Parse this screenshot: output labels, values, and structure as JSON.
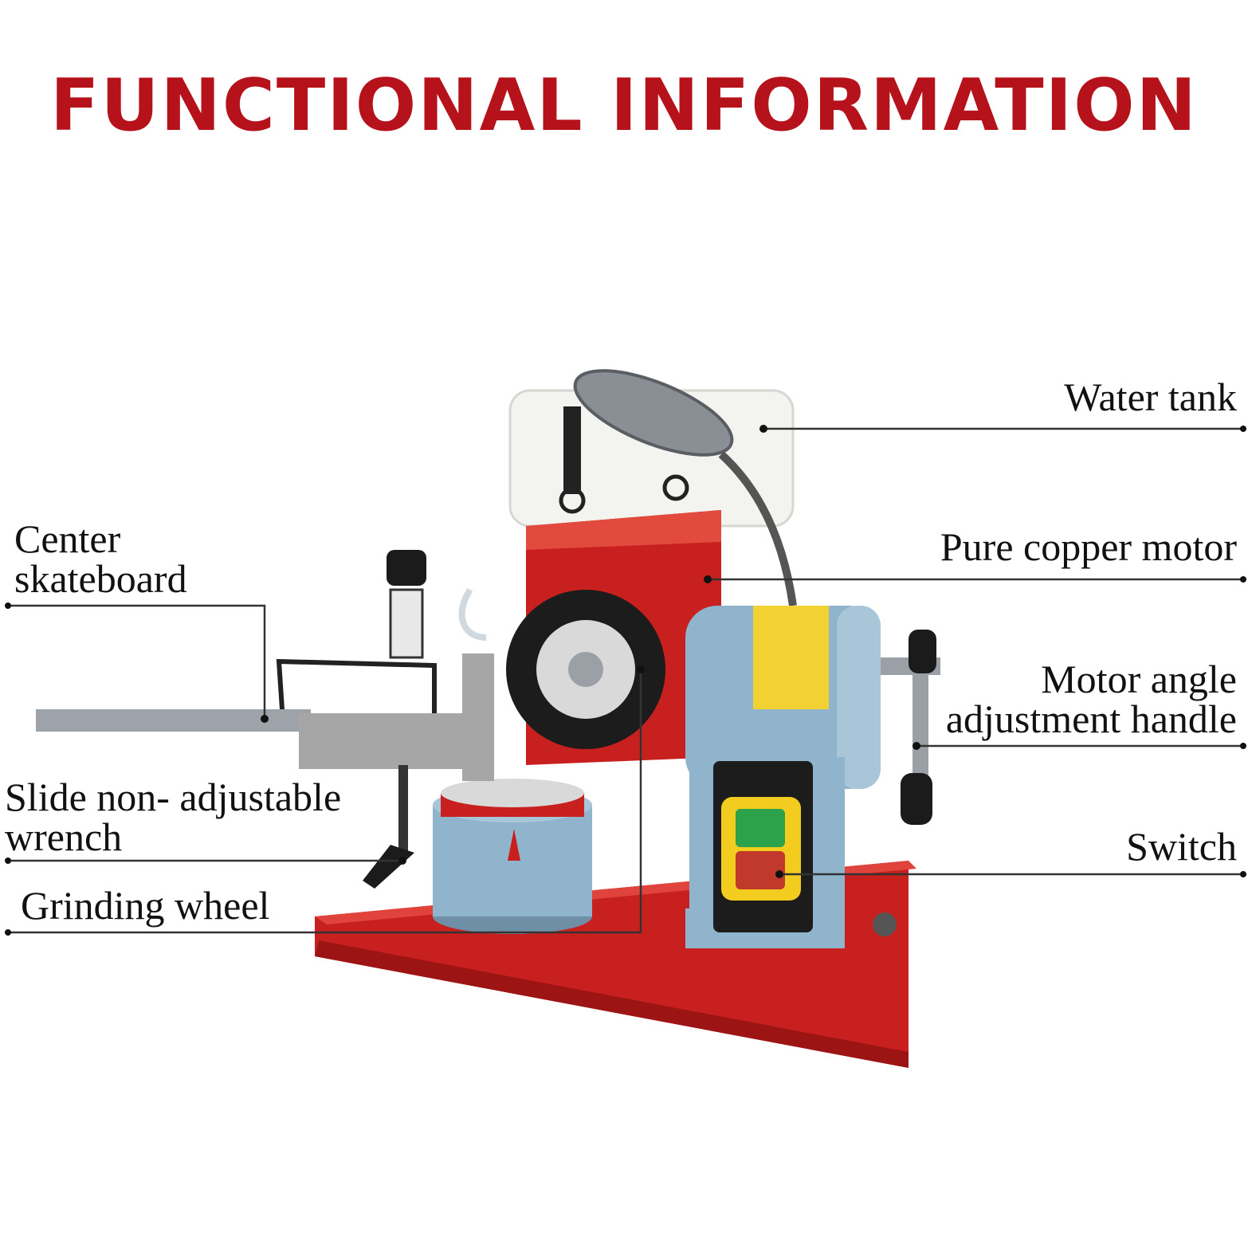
{
  "title": "FUNCTIONAL INFORMATION",
  "labels": {
    "water_tank": "Water tank",
    "pure_copper_motor": "Pure copper motor",
    "motor_angle_line1": "Motor angle",
    "motor_angle_line2": "adjustment handle",
    "switch": "Switch",
    "center_line1": "Center",
    "center_line2": "skateboard",
    "slide_line1": "Slide non- adjustable",
    "slide_line2": "wrench",
    "grinding_wheel": "Grinding wheel"
  },
  "colors": {
    "title": "#b5121b",
    "machine_red": "#c8201e",
    "machine_blue": "#8fb4cc",
    "tank_white": "#f3f3f0",
    "switch_yellow": "#f2cc1f",
    "switch_green": "#2ca24a",
    "switch_red": "#c0392b"
  },
  "icons": [
    "machine-illustration",
    "leader-dot-icon"
  ]
}
